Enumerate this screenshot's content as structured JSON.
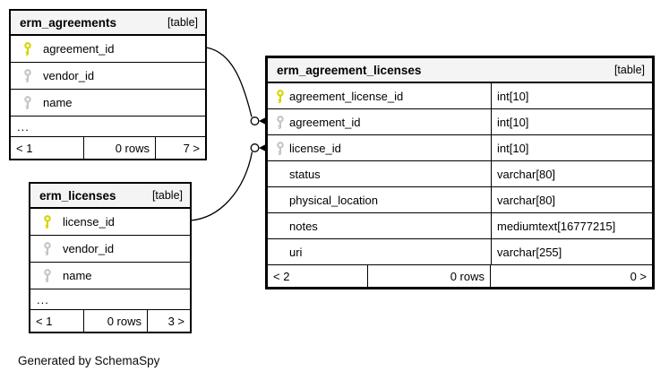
{
  "diagram": {
    "note": "Generated by SchemaSpy"
  },
  "colors": {
    "primary_key": "#d4d400",
    "foreign_key": "#c4c4c4",
    "header_bg": "#f4f4f4",
    "border": "#000000"
  },
  "tables": [
    {
      "name": "erm_agreements",
      "badge": "[table]",
      "columns": [
        {
          "name": "agreement_id",
          "type": "",
          "key": "primary"
        },
        {
          "name": "vendor_id",
          "type": "",
          "key": "regular"
        },
        {
          "name": "name",
          "type": "",
          "key": "regular"
        }
      ],
      "truncated": "...",
      "footer": {
        "left": "< 1",
        "center": "0 rows",
        "right": "7 >"
      }
    },
    {
      "name": "erm_licenses",
      "badge": "[table]",
      "columns": [
        {
          "name": "license_id",
          "type": "",
          "key": "primary"
        },
        {
          "name": "vendor_id",
          "type": "",
          "key": "regular"
        },
        {
          "name": "name",
          "type": "",
          "key": "regular"
        }
      ],
      "truncated": "...",
      "footer": {
        "left": "< 1",
        "center": "0 rows",
        "right": "3 >"
      }
    },
    {
      "name": "erm_agreement_licenses",
      "badge": "[table]",
      "columns": [
        {
          "name": "agreement_license_id",
          "type": "int[10]",
          "key": "primary"
        },
        {
          "name": "agreement_id",
          "type": "int[10]",
          "key": "regular"
        },
        {
          "name": "license_id",
          "type": "int[10]",
          "key": "regular"
        },
        {
          "name": "status",
          "type": "varchar[80]",
          "key": "none"
        },
        {
          "name": "physical_location",
          "type": "varchar[80]",
          "key": "none"
        },
        {
          "name": "notes",
          "type": "mediumtext[16777215]",
          "key": "none"
        },
        {
          "name": "uri",
          "type": "varchar[255]",
          "key": "none"
        }
      ],
      "truncated": "",
      "footer": {
        "left": "< 2",
        "center": "0 rows",
        "right": "0 >"
      }
    }
  ],
  "relationships": [
    {
      "from": "erm_agreements.agreement_id",
      "to": "erm_agreement_licenses.agreement_id"
    },
    {
      "from": "erm_licenses.license_id",
      "to": "erm_agreement_licenses.license_id"
    }
  ]
}
